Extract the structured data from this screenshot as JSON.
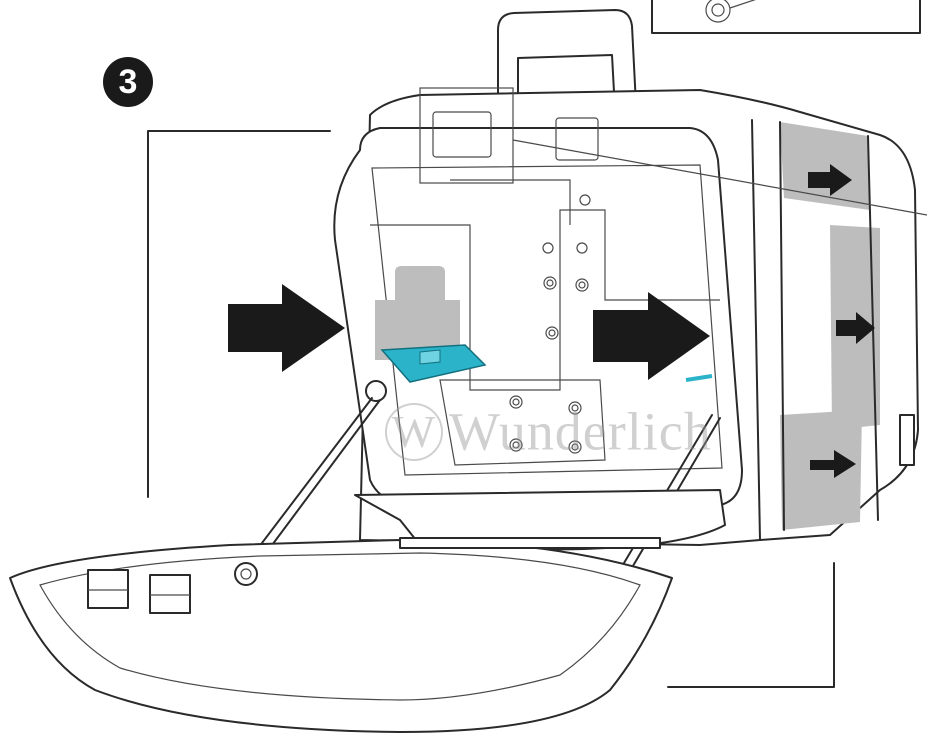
{
  "step": {
    "number": "3"
  },
  "watermark": {
    "symbol": "W",
    "text": "Wunderlich"
  },
  "colors": {
    "accent_part": "#2bb3c9",
    "arrow": "#1a1a1a",
    "panel": "#bdbdbd"
  },
  "icons": [
    "push-arrow-icon",
    "slide-arrow-icon"
  ]
}
